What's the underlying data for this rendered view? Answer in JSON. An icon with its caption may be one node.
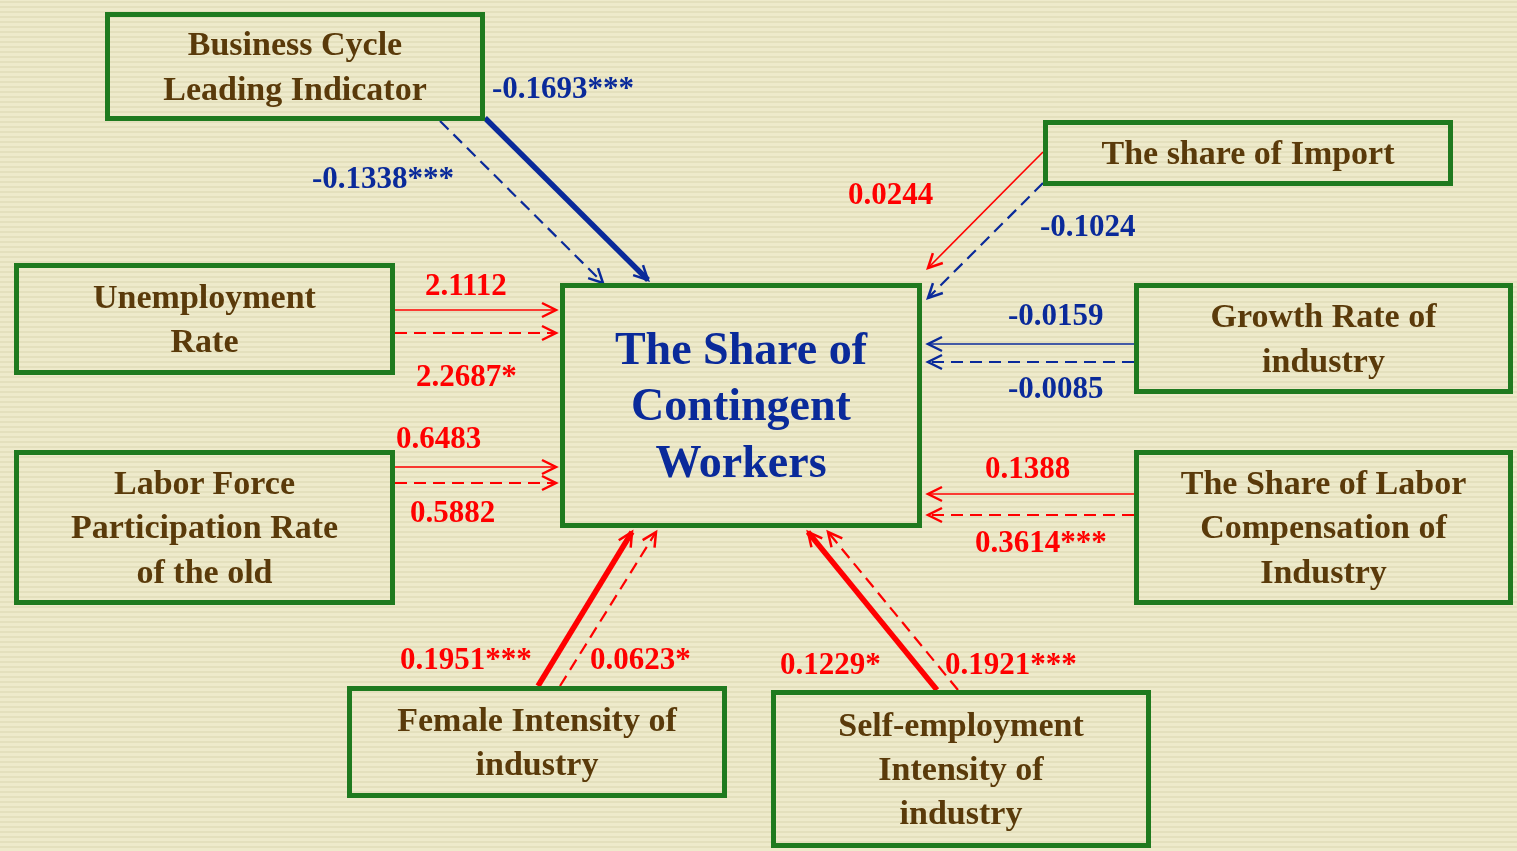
{
  "diagram": {
    "nodes": [
      {
        "text": [
          "Business Cycle Leading Indicator"
        ]
      },
      {
        "text": [
          "The share of Import"
        ]
      },
      {
        "text": [
          "Unemployment Rate"
        ]
      },
      {
        "text": [
          "The Share of Contingent Workers"
        ]
      },
      {
        "text": [
          "Growth Rate of industry"
        ]
      },
      {
        "text": [
          "Labor Force Participation Rate of the old"
        ]
      },
      {
        "text": [
          "The Share of Labor Compensation of Industry"
        ]
      },
      {
        "text": [
          "Female Intensity of industry"
        ]
      },
      {
        "text": [
          "Self-employment Intensity of industry"
        ]
      }
    ],
    "edges": [
      {
        "from": 0,
        "to": 3,
        "arrow": "to",
        "label": "-0.1693***",
        "style": "thick",
        "color": "#0a2a9a"
      },
      {
        "from": 0,
        "to": 3,
        "arrow": "to",
        "label": "-0.1338***",
        "style": "dashed",
        "color": "#0a2a9a"
      },
      {
        "from": 1,
        "to": 3,
        "arrow": "to",
        "label": "0.0244"
      },
      {
        "from": 1,
        "to": 3,
        "arrow": "to",
        "label": "-0.1024",
        "style": "dashed",
        "color": "#0a2a9a"
      },
      {
        "from": 2,
        "to": 3,
        "arrow": "to",
        "label": "2.1112"
      },
      {
        "from": 2,
        "to": 3,
        "arrow": "to",
        "label": "2.2687*",
        "style": "dashed"
      },
      {
        "from": 4,
        "to": 3,
        "arrow": "to",
        "label": "-0.0159",
        "color": "#0a2a9a"
      },
      {
        "from": 4,
        "to": 3,
        "arrow": "to",
        "label": "-0.0085",
        "style": "dashed",
        "color": "#0a2a9a"
      },
      {
        "from": 5,
        "to": 3,
        "arrow": "to",
        "label": "0.6483"
      },
      {
        "from": 5,
        "to": 3,
        "arrow": "to",
        "label": "0.5882",
        "style": "dashed"
      },
      {
        "from": 6,
        "to": 3,
        "arrow": "to",
        "label": "0.1388"
      },
      {
        "from": 6,
        "to": 3,
        "arrow": "to",
        "label": "0.3614***",
        "style": "dashed"
      },
      {
        "from": 7,
        "to": 3,
        "arrow": "to",
        "label": "0.1951***",
        "style": "thick"
      },
      {
        "from": 7,
        "to": 3,
        "arrow": "to",
        "label": "0.0623*",
        "style": "dashed"
      },
      {
        "from": 8,
        "to": 3,
        "arrow": "to",
        "label": "0.1229*",
        "style": "thick"
      },
      {
        "from": 8,
        "to": 3,
        "arrow": "to",
        "label": "0.1921***",
        "style": "dashed"
      }
    ]
  }
}
